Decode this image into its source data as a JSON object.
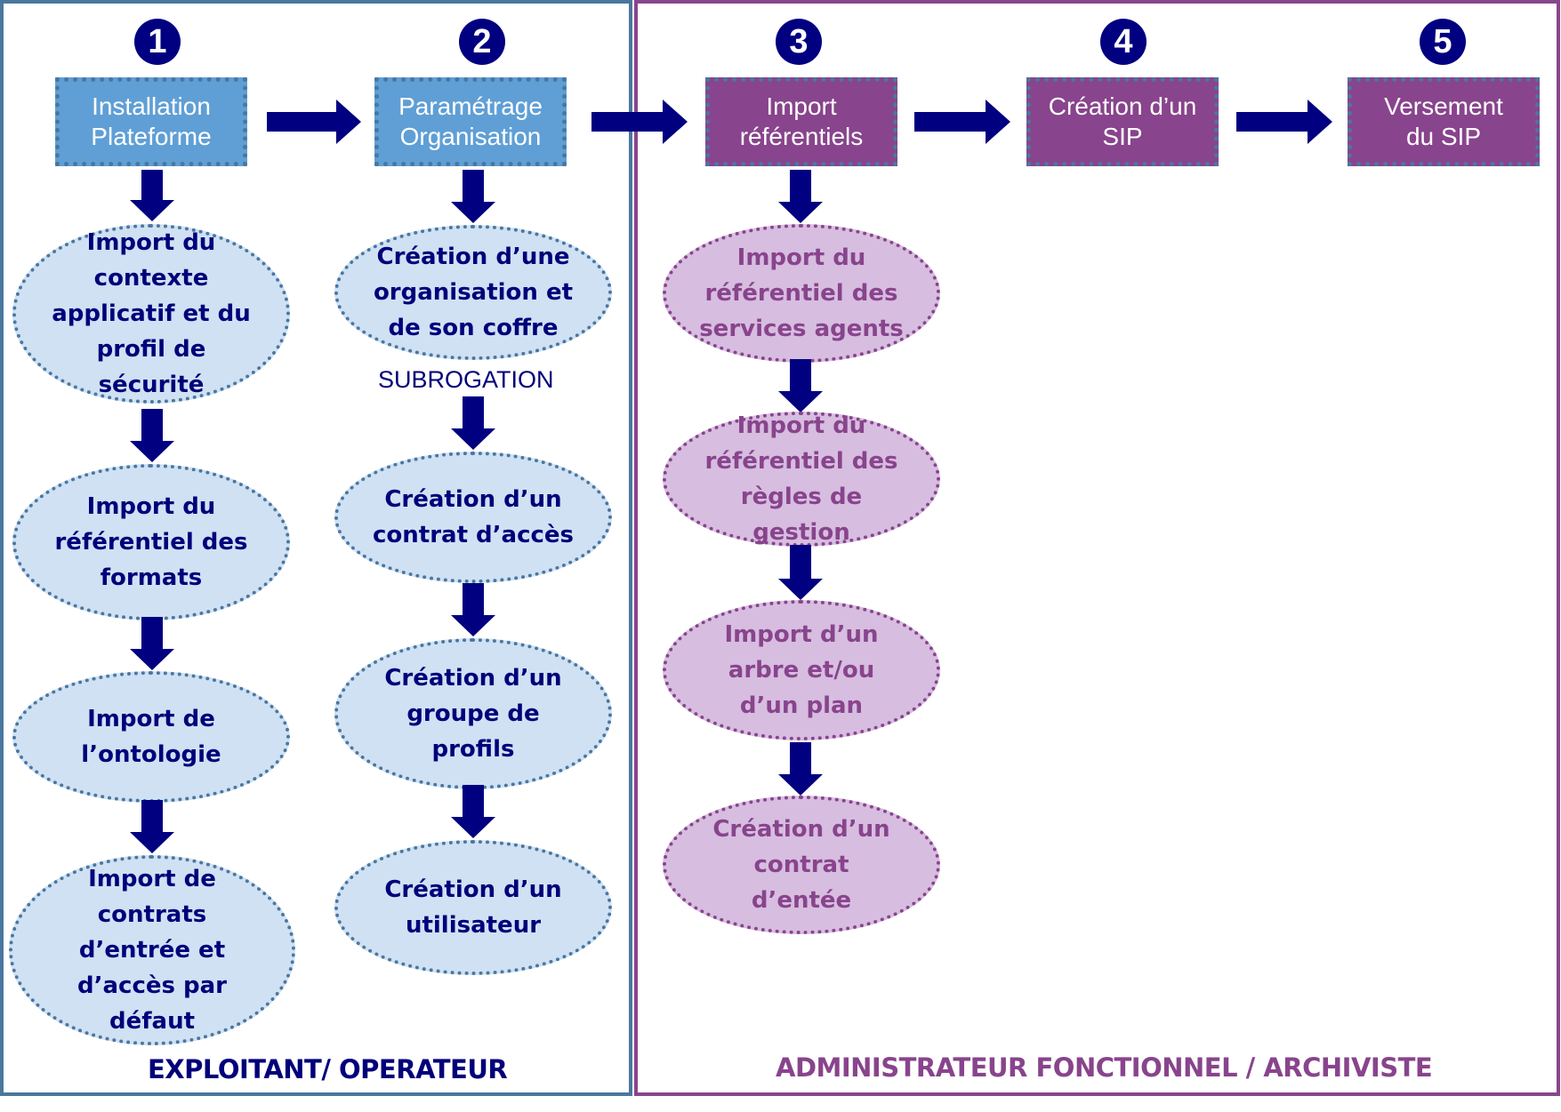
{
  "colors": {
    "navy": "#000080",
    "operator_blue": "#4a77a0",
    "step_blue": "#5f9fd5",
    "ellipse_blue": "#cfe1f3",
    "admin_purple": "#88448c",
    "ellipse_purple": "#d7bde0"
  },
  "steps": [
    {
      "number": "1",
      "label": "Installation\nPlateforme",
      "role": "operator"
    },
    {
      "number": "2",
      "label": "Paramétrage\nOrganisation",
      "role": "operator"
    },
    {
      "number": "3",
      "label": "Import\nréférentiels",
      "role": "admin"
    },
    {
      "number": "4",
      "label": "Création d’un\nSIP",
      "role": "admin"
    },
    {
      "number": "5",
      "label": "Versement\ndu SIP",
      "role": "admin"
    }
  ],
  "columns": {
    "installation": [
      "Import du\ncontexte\napplicatif et du\nprofil de\nsécurité",
      "Import du\nréférentiel des\nformats",
      "Import de\nl’ontologie",
      "Import de\ncontrats\nd’entrée et\nd’accès par\ndéfaut"
    ],
    "parametrage": [
      "Création d’une\norganisation et\nde son coffre",
      "Création d’un\ncontrat d’accès",
      "Création d’un\ngroupe de\nprofils",
      "Création d’un\nutilisateur"
    ],
    "parametrage_note": "SUBROGATION",
    "import_referentiels": [
      "Import du\nréférentiel des\nservices agents",
      "Import du\nréférentiel des\nrègles de\ngestion",
      "Import d’un\narbre et/ou\nd’un plan",
      "Création d’un\ncontrat\nd’entée"
    ]
  },
  "roles": {
    "operator": "EXPLOITANT/ OPERATEUR",
    "admin": "ADMINISTRATEUR FONCTIONNEL / ARCHIVISTE"
  }
}
